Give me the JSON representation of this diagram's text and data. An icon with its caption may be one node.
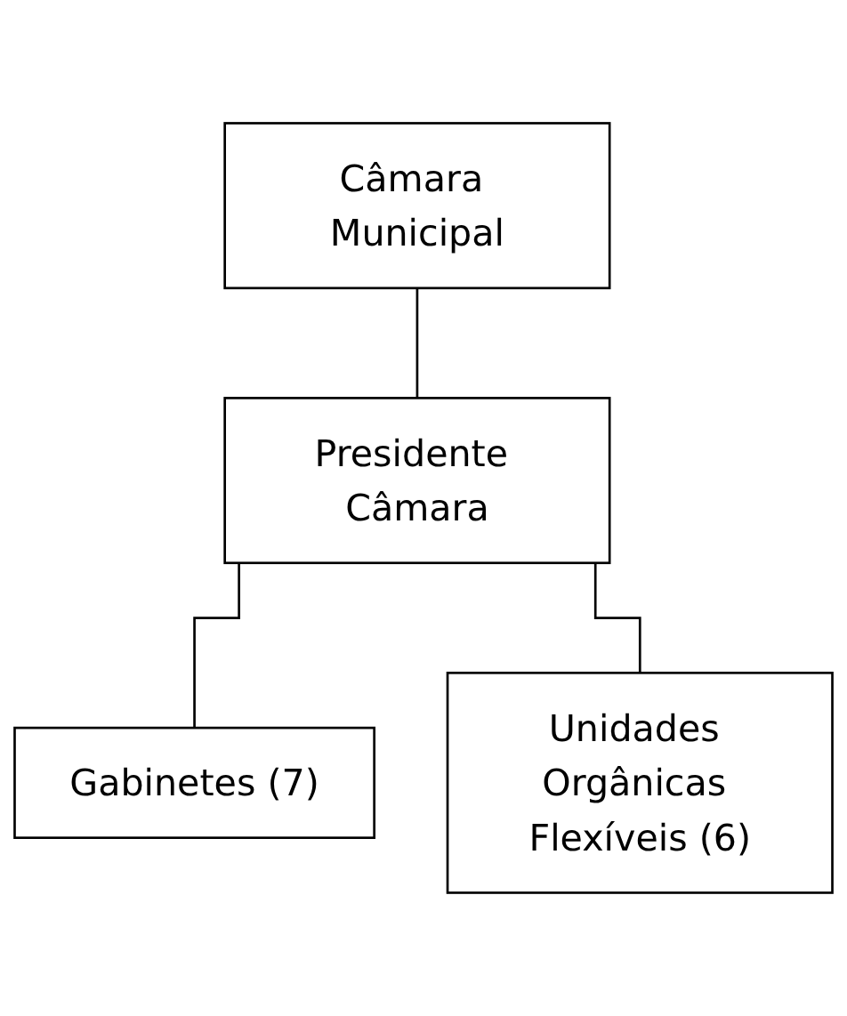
{
  "diagram": {
    "nodes": [
      {
        "text": [
          "Câmara Municipal"
        ]
      },
      {
        "text": [
          "Presidente Câmara"
        ]
      },
      {
        "text": [
          "Gabinetes (7)"
        ]
      },
      {
        "text": [
          "Unidades Orgânicas Flexíveis (6)"
        ]
      }
    ],
    "edges": [
      {
        "from": 0,
        "to": 1,
        "arrow": "none"
      },
      {
        "from": 1,
        "to": 2,
        "arrow": "none"
      },
      {
        "from": 1,
        "to": 3,
        "arrow": "none"
      }
    ]
  }
}
